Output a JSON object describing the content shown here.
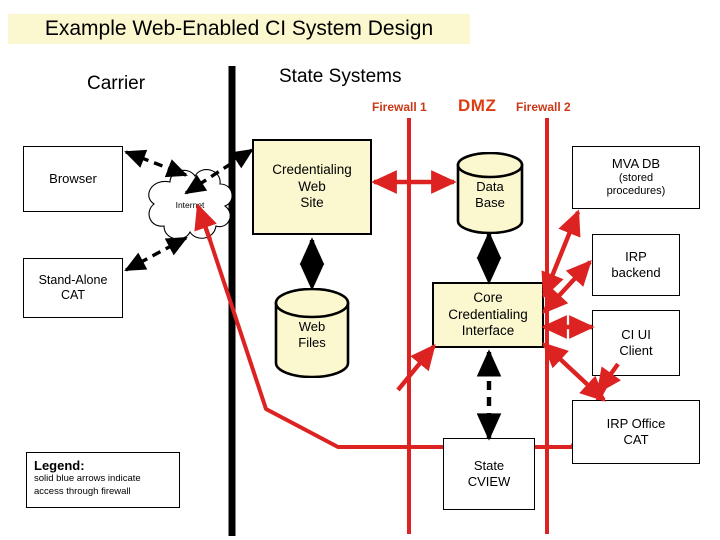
{
  "title": "Example Web-Enabled CI System Design",
  "sections": {
    "carrier": "Carrier",
    "state_systems": "State Systems"
  },
  "firewalls": {
    "firewall1": "Firewall 1",
    "dmz": "DMZ",
    "firewall2": "Firewall 2"
  },
  "nodes": {
    "browser": "Browser",
    "standalone_cat": "Stand-Alone\nCAT",
    "internet_cloud": "Internet",
    "credentialing_web_site": "Credentialing\nWeb\nSite",
    "web_files": "Web\nFiles",
    "data_base": "Data\nBase",
    "mva_db_title": "MVA DB",
    "mva_db_sub1": "(stored",
    "mva_db_sub2": "procedures)",
    "irp_backend": "IRP\nbackend",
    "ci_ui_client": "CI UI\nClient",
    "irp_office_cat": "IRP Office\nCAT",
    "core_interface": "Core\nCredentialing\nInterface",
    "state_cview": "State\nCVIEW"
  },
  "legend": {
    "title": "Legend:",
    "line1": "solid blue arrows indicate",
    "line2": "access through firewall"
  },
  "colors": {
    "title_background": "#fbf7cf",
    "node_yellow": "#fbf7cf",
    "firewall_red": "#dd2222",
    "firewall_label": "#cc3817",
    "dmz_label": "#dd3c11",
    "divider_black": "#000000",
    "dashed_arrow": "#000000"
  }
}
